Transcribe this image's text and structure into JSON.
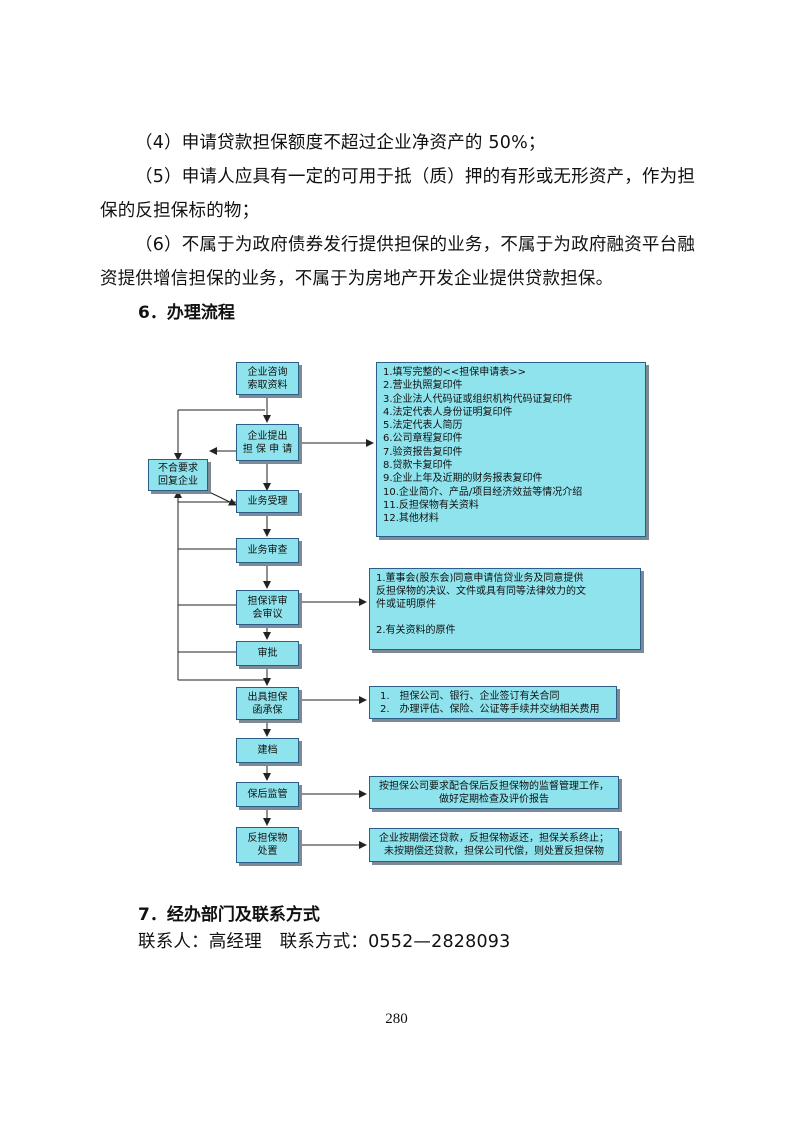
{
  "paragraphs": [
    "（4）申请贷款担保额度不超过企业净资产的 50%；",
    "（5）申请人应具有一定的可用于抵（质）押的有形或无形资产，作为担保的反担保标的物；",
    "（6）不属于为政府债券发行提供担保的业务，不属于为政府融资平台融资提供增信担保的业务，不属于为房地产开发企业提供贷款担保。"
  ],
  "section6": {
    "title": "6．办理流程"
  },
  "flowchart": {
    "steps": [
      {
        "id": "consult",
        "lines": [
          "企业咨询",
          "索取资料"
        ]
      },
      {
        "id": "apply",
        "lines": [
          "企业提出",
          "担 保 申 请"
        ]
      },
      {
        "id": "accept",
        "lines": [
          "业务受理"
        ]
      },
      {
        "id": "review",
        "lines": [
          "业务审查"
        ]
      },
      {
        "id": "committee",
        "lines": [
          "担保评审",
          "会审议"
        ]
      },
      {
        "id": "approve",
        "lines": [
          "审批"
        ]
      },
      {
        "id": "letter",
        "lines": [
          "出具担保",
          "函承保"
        ]
      },
      {
        "id": "archive",
        "lines": [
          "建档"
        ]
      },
      {
        "id": "monitor",
        "lines": [
          "保后监管"
        ]
      },
      {
        "id": "disposal",
        "lines": [
          "反担保物",
          "处置"
        ]
      }
    ],
    "reject": {
      "lines": [
        "不合要求",
        "回复企业"
      ]
    },
    "notes": {
      "documents": [
        "1.填写完整的<<担保申请表>>",
        "2.营业执照复印件",
        "3.企业法人代码证或组织机构代码证复印件",
        "4.法定代表人身份证明复印件",
        "5.法定代表人简历",
        "6.公司章程复印件",
        "7.验资报告复印件",
        "8.贷款卡复印件",
        "9.企业上年及近期的财务报表复印件",
        "10.企业简介、产品/项目经济效益等情况介绍",
        "11.反担保物有关资料",
        "12.其他材料"
      ],
      "committee": [
        "1.董事会(股东会)同意申请信贷业务及同意提供",
        "反担保物的决议、文件或具有同等法律效力的文",
        "件或证明原件",
        "",
        "2.有关资料的原件"
      ],
      "letter": [
        "1.　担保公司、银行、企业签订有关合同",
        "2.　办理评估、保险、公证等手续并交纳相关费用"
      ],
      "monitor": [
        "按担保公司要求配合保后反担保物的监督管理工作，",
        "做好定期检查及评价报告"
      ],
      "disposal": [
        "企业按期偿还贷款，反担保物返还，担保关系终止；",
        "未按期偿还贷款，担保公司代偿，则处置反担保物"
      ]
    },
    "colors": {
      "box_fill": "#8fe3ed",
      "box_border": "#2b5f8a",
      "line": "#222222"
    }
  },
  "section7": {
    "title": "7．经办部门及联系方式",
    "contact": "联系人：高经理　联系方式：0552—2828093"
  },
  "page_number": "280"
}
